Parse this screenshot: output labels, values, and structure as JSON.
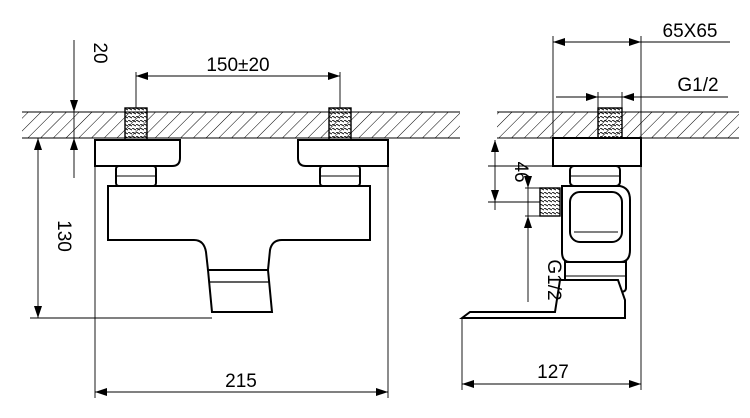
{
  "front_view": {
    "spacing_label": "150±20",
    "wall_depth_label": "20",
    "height_label": "130",
    "width_label": "215"
  },
  "side_view": {
    "flange_label": "65X65",
    "thread_top_label": "G1/2",
    "offset_label": "46",
    "thread_side_label": "G1/2",
    "depth_label": "127"
  }
}
